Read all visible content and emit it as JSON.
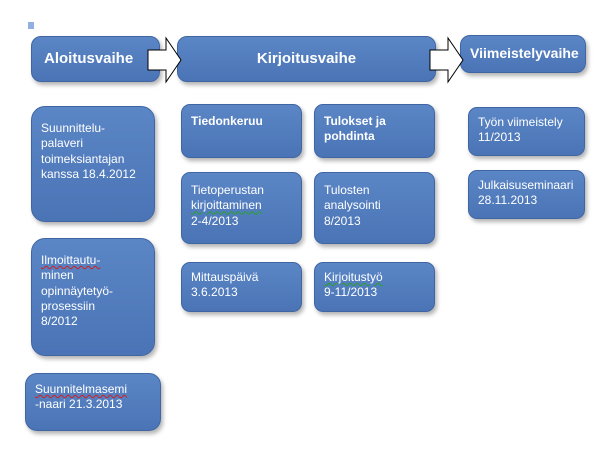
{
  "phases": {
    "aloitus": "Aloitusvaihe",
    "kirjoitus": "Kirjoitusvaihe",
    "viimeistely": "Viimeistelyvaihe"
  },
  "aloitus_items": {
    "palaveri": [
      "Suunnittelu-",
      "palaveri",
      "toimeksiantajan",
      "kanssa 18.4.2012"
    ],
    "ilmoittautuminen": [
      "Ilmoittautu-",
      "minen",
      "opinnäytetyö-",
      "prosessiin",
      "8/2012"
    ],
    "seminaari": [
      "Suunnitelmasemi",
      "-naari 21.3.2013"
    ]
  },
  "kirjoitus_items": {
    "tiedonkeruu": [
      "Tiedonkeruu"
    ],
    "tulokset": [
      "Tulokset ja",
      "pohdinta"
    ],
    "tietoperusta": [
      "Tietoperustan",
      "kirjoittaminen",
      "2-4/2013"
    ],
    "analysointi": [
      "Tulosten",
      "analysointi",
      "8/2013"
    ],
    "mittauspaiva": [
      "Mittauspäivä",
      "3.6.2013"
    ],
    "kirjoitustyo": [
      "Kirjoitustyö",
      "9-11/2013"
    ]
  },
  "viimeistely_items": {
    "viimeistely": [
      "Työn viimeistely",
      "11/2013"
    ],
    "julkaisuseminaari": [
      "Julkaisuseminaari",
      "28.11.2013"
    ]
  },
  "colors": {
    "box_fill": "#5b86c6",
    "box_border": "#3f66a3",
    "arrow_fill": "#ffffff",
    "arrow_stroke": "#000000",
    "text": "#ffffff"
  }
}
